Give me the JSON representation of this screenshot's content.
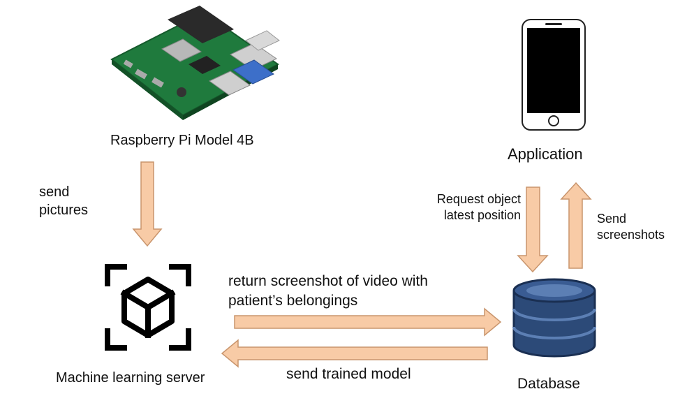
{
  "nodes": {
    "raspberry_pi": {
      "label": "Raspberry Pi Model 4B"
    },
    "application": {
      "label": "Application"
    },
    "ml_server": {
      "label": "Machine learning server"
    },
    "database": {
      "label": "Database"
    }
  },
  "edges": {
    "send_pictures": {
      "line1": "send",
      "line2": "pictures"
    },
    "request_position": {
      "line1": "Request object",
      "line2": "latest position"
    },
    "send_screenshots": {
      "line1": "Send",
      "line2": "screenshots"
    },
    "return_screenshot": {
      "line1": "return screenshot of video with",
      "line2": "patient’s belongings"
    },
    "send_model": {
      "label": "send trained model"
    }
  },
  "colors": {
    "arrow_fill": "#f8cba6",
    "arrow_stroke": "#c9956d",
    "db_fill": "#2c4a78",
    "db_band": "#5c7fb4",
    "board_green": "#1f7a3d"
  },
  "icons": {
    "raspberry_pi": "circuit-board-icon",
    "application": "smartphone-icon",
    "ml_server": "cube-scan-icon",
    "database": "database-cylinder-icon"
  }
}
